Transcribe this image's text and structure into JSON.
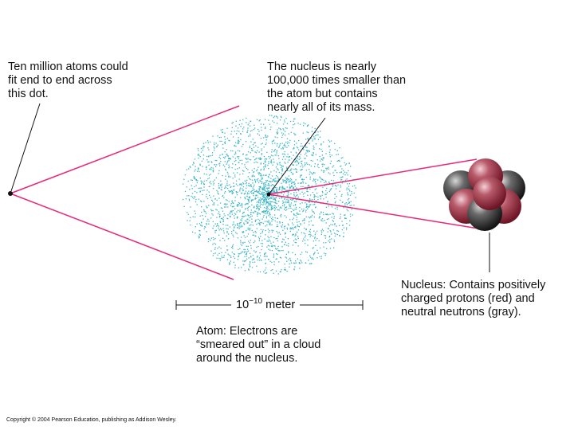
{
  "labels": {
    "dot": "Ten million atoms could\nfit end to end across\nthis dot.",
    "nucleus_size": "The nucleus is nearly\n100,000 times smaller than\nthe atom but contains\nnearly all of its mass.",
    "nucleus": "Nucleus: Contains positively\ncharged protons (red) and\nneutral neutrons (gray).",
    "atom": "Atom: Electrons are\n“smeared out” in a cloud\naround the nucleus."
  },
  "scale_bar": {
    "base": "10",
    "exponent": "−10",
    "unit": " meter"
  },
  "copyright": "Copyright © 2004 Pearson Education, publishing as Addison Wesley.",
  "colors": {
    "zoom_lines": "#e8287a",
    "electron_cloud": "#3bb5c8",
    "proton": "#a8394c",
    "neutron": "#4a4a4a"
  }
}
